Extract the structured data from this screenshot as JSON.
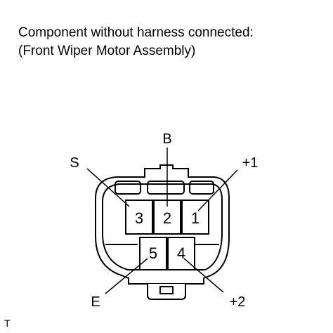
{
  "caption": {
    "line1": "Component without harness connected:",
    "line2": "(Front Wiper Motor Assembly)"
  },
  "connector": {
    "pins": [
      {
        "number": "3"
      },
      {
        "number": "2"
      },
      {
        "number": "1"
      },
      {
        "number": "5"
      },
      {
        "number": "4"
      }
    ],
    "terminal_labels": {
      "s": "S",
      "b": "B",
      "plus1": "+1",
      "e": "E",
      "plus2": "+2"
    }
  },
  "corner_mark": "T"
}
